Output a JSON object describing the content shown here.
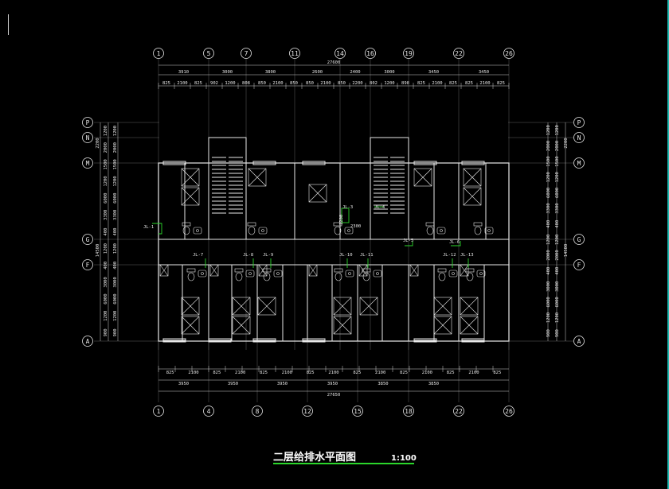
{
  "drawing": {
    "title": "二层给排水平面图",
    "scale": "1:100"
  },
  "axes": {
    "top": [
      "1",
      "5",
      "7",
      "11",
      "14",
      "16",
      "19",
      "22",
      "26"
    ],
    "bottom": [
      "1",
      "4",
      "8",
      "12",
      "15",
      "18",
      "22",
      "26"
    ],
    "rows": [
      "P",
      "N",
      "M",
      "G",
      "F",
      "A"
    ]
  },
  "dims": {
    "top_total": "27600",
    "top_row1": [
      "3910",
      "3000",
      "3800",
      "2600",
      "2400",
      "3000",
      "3450",
      "3450"
    ],
    "top_row2": [
      "825",
      "2100",
      "825",
      "902",
      "1200",
      "808",
      "850",
      "2100",
      "850",
      "850",
      "2100",
      "850",
      "2200",
      "802",
      "1200",
      "898",
      "825",
      "2100",
      "825",
      "825",
      "2100",
      "825"
    ],
    "bottom_row1": [
      "825",
      "2100",
      "825",
      "2100",
      "825",
      "2100",
      "825",
      "2100",
      "825",
      "2100",
      "825",
      "2100",
      "825",
      "2100",
      "825"
    ],
    "bottom_row2": [
      "3950",
      "3950",
      "3950",
      "3950",
      "3850",
      "3850"
    ],
    "bottom_total": "27650",
    "left_outer": [
      "2200",
      "14500"
    ],
    "left_inner": [
      "1200",
      "2000",
      "1500",
      "1200",
      "6000",
      "3300",
      "400",
      "1200",
      "400",
      "3000",
      "6000",
      "1200",
      "900"
    ],
    "right_outer": [
      "2200",
      "14500"
    ],
    "right_inner": [
      "1200",
      "2000",
      "1500",
      "1200",
      "6000",
      "3300",
      "400",
      "1200",
      "2000",
      "400",
      "3000",
      "6000",
      "1200",
      "900"
    ],
    "room": [
      "1200",
      "2300"
    ]
  },
  "risers": [
    "JL-1",
    "JL-3",
    "JL-4",
    "JL-5",
    "JL-6",
    "JL-7",
    "JL-8",
    "JL-9",
    "JL-10",
    "JL-11",
    "JL-12",
    "JL-13"
  ]
}
